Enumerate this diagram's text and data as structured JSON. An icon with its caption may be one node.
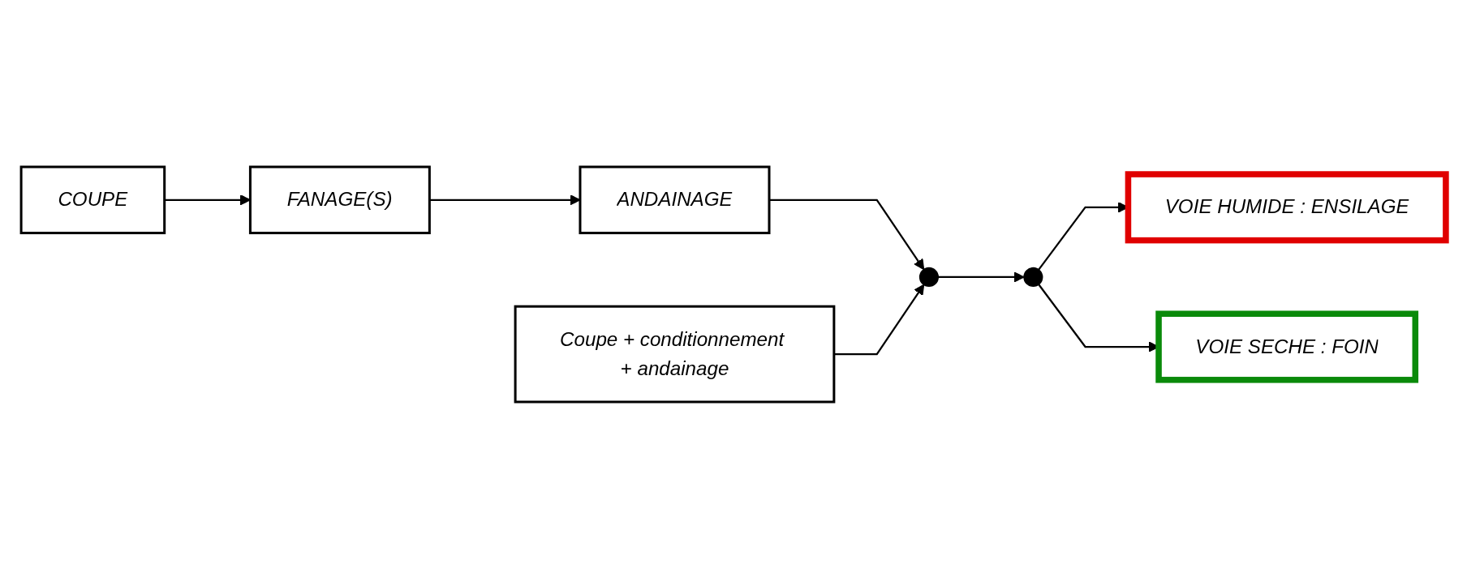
{
  "diagram": {
    "nodes": [
      {
        "text": [
          "COUPE"
        ]
      },
      {
        "text": [
          "FANAGE(S)"
        ]
      },
      {
        "text": [
          "ANDAINAGE"
        ]
      },
      {
        "text": [
          "VOIE HUMIDE : ENSILAGE"
        ]
      },
      {
        "text": [],
        "shape": "circle"
      },
      {
        "text": [],
        "shape": "circle"
      },
      {
        "text": [
          "Coupe + conditionnement + andainage"
        ]
      },
      {
        "text": [
          "VOIE SECHE : FOIN"
        ]
      }
    ],
    "edges": [
      {
        "from": 0,
        "to": 1,
        "arrow": "to"
      },
      {
        "from": 1,
        "to": 2,
        "arrow": "to"
      },
      {
        "from": 2,
        "to": 4,
        "arrow": "to"
      },
      {
        "from": 6,
        "to": 4,
        "arrow": "to"
      },
      {
        "from": 4,
        "to": 5,
        "arrow": "to"
      },
      {
        "from": 5,
        "to": 3,
        "arrow": "to"
      },
      {
        "from": 5,
        "to": 7,
        "arrow": "to"
      }
    ]
  }
}
